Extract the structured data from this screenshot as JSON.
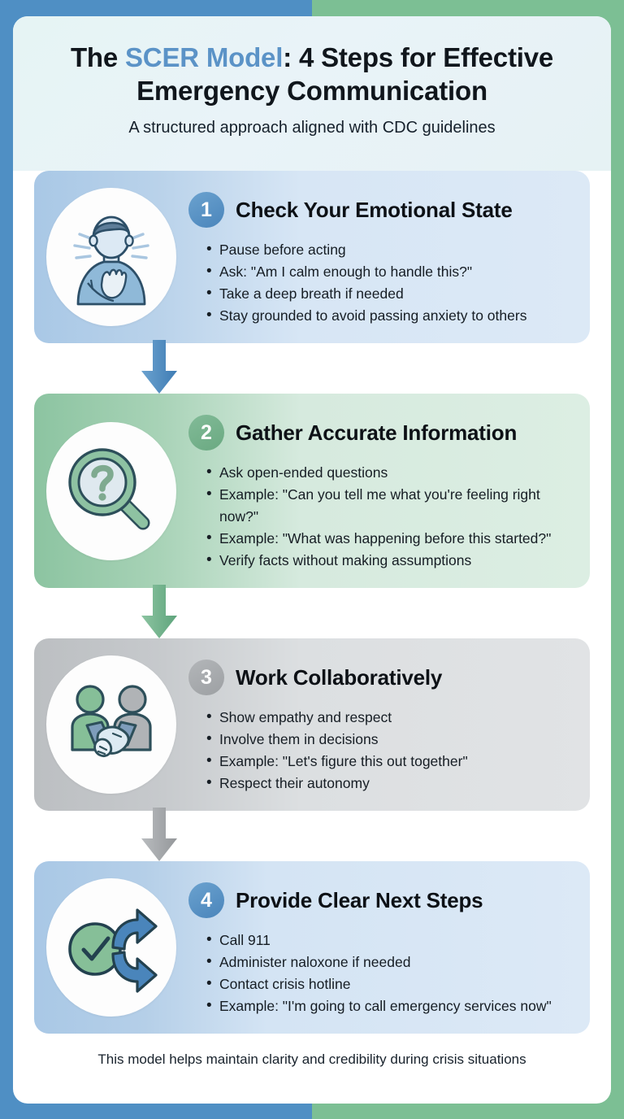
{
  "header": {
    "title_before": "The ",
    "title_accent": "SCER Model",
    "title_after": ": 4 Steps for Effective Emergency Communication",
    "subtitle": "A structured approach aligned with CDC guidelines"
  },
  "colors": {
    "page_left": "#4f8fc4",
    "page_right": "#7cbf94",
    "accent_blue": "#5b93c7",
    "step1_badge": "#4a85bb",
    "step2_badge": "#6aa981",
    "step3_badge": "#9da0a3",
    "step4_badge": "#4a85bb",
    "arrow1": "#4a85bb",
    "arrow2": "#6aa981",
    "arrow3": "#9da0a3"
  },
  "steps": [
    {
      "number": "1",
      "title": "Check Your Emotional State",
      "icon": "person-hand-on-chest-icon",
      "theme": "blue",
      "bullets": [
        "Pause before acting",
        "Ask: \"Am I calm enough to handle this?\"",
        "Take a deep breath if needed",
        "Stay grounded to avoid passing anxiety to others"
      ]
    },
    {
      "number": "2",
      "title": "Gather Accurate Information",
      "icon": "magnifying-glass-question-icon",
      "theme": "green",
      "bullets": [
        "Ask open-ended questions",
        "Example: \"Can you tell me what you're feeling right now?\"",
        "Example: \"What was happening before this started?\"",
        "Verify facts without making assumptions"
      ]
    },
    {
      "number": "3",
      "title": "Work Collaboratively",
      "icon": "handshake-icon",
      "theme": "grey",
      "bullets": [
        "Show empathy and respect",
        "Involve them in decisions",
        "Example: \"Let's figure this out together\"",
        "Respect their autonomy"
      ]
    },
    {
      "number": "4",
      "title": "Provide Clear Next Steps",
      "icon": "checkmark-arrows-icon",
      "theme": "blue2",
      "bullets": [
        "Call 911",
        "Administer naloxone if needed",
        "Contact crisis hotline",
        "Example: \"I'm going to call emergency services now\""
      ]
    }
  ],
  "connectors": [
    {
      "name": "arrow-step1-to-step2",
      "color": "#4a85bb"
    },
    {
      "name": "arrow-step2-to-step3",
      "color": "#6aa981"
    },
    {
      "name": "arrow-step3-to-step4",
      "color": "#9da0a3"
    }
  ],
  "footer": {
    "note": "This model helps maintain clarity and credibility during crisis situations"
  }
}
